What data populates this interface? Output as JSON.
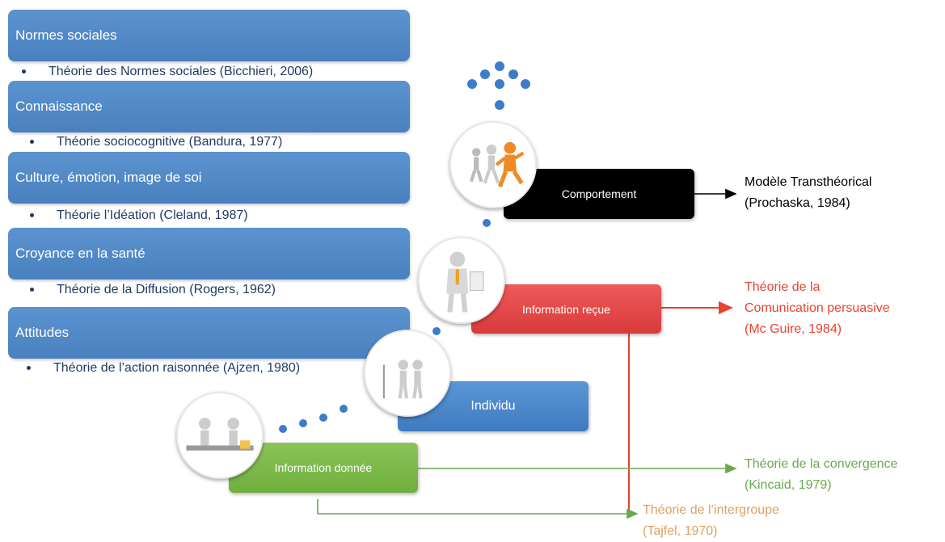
{
  "factors": [
    {
      "label": "Normes sociales",
      "theory": "Théorie des Normes sociales (Bicchieri, 2006)"
    },
    {
      "label": "Connaissance",
      "theory": "Théorie sociocognitive (Bandura, 1977)"
    },
    {
      "label": "Culture, émotion, image de soi",
      "theory": "Théorie l’Idéation (Cleland, 1987)"
    },
    {
      "label": "Croyance en la santé",
      "theory": "Théorie de la Diffusion (Rogers, 1962)"
    },
    {
      "label": "Attitudes",
      "theory": "Théorie de l’action raisonnée (Ajzen, 1980)"
    }
  ],
  "stages": {
    "comportement": "Comportement",
    "information_recue": "Information reçue",
    "individu": "Individu",
    "information_donnee": "Information donnée"
  },
  "outcomes": {
    "comportement_line1": "Modèle Transthéorical",
    "comportement_line2": "(Prochaska, 1984)",
    "persuasive_line1": "Théorie de la",
    "persuasive_line2": "Comunication persuasive",
    "persuasive_line3": "(Mc Guire, 1984)",
    "convergence_line1": "Théorie de la convergence",
    "convergence_line2": "(Kincaid, 1979)",
    "intergroupe_line1": "Théorie de l’intergroupe",
    "intergroupe_line2": "(Tajfel, 1970)"
  },
  "colors": {
    "factor_box": "#4f86c6",
    "bullet_text": "#1f3b64",
    "comportement_box": "#000000",
    "information_recue_box": "#e84b4b",
    "individu_box": "#4a86c8",
    "information_donnee_box": "#7ab648",
    "persuasive_text": "#e8422f",
    "convergence_text": "#6aa84f",
    "intergroupe_text": "#e0a060",
    "dots": "#3d7cc9"
  },
  "icons": [
    "people-running-icon",
    "person-with-paper-icon",
    "people-talking-icon",
    "people-sitting-icon"
  ]
}
